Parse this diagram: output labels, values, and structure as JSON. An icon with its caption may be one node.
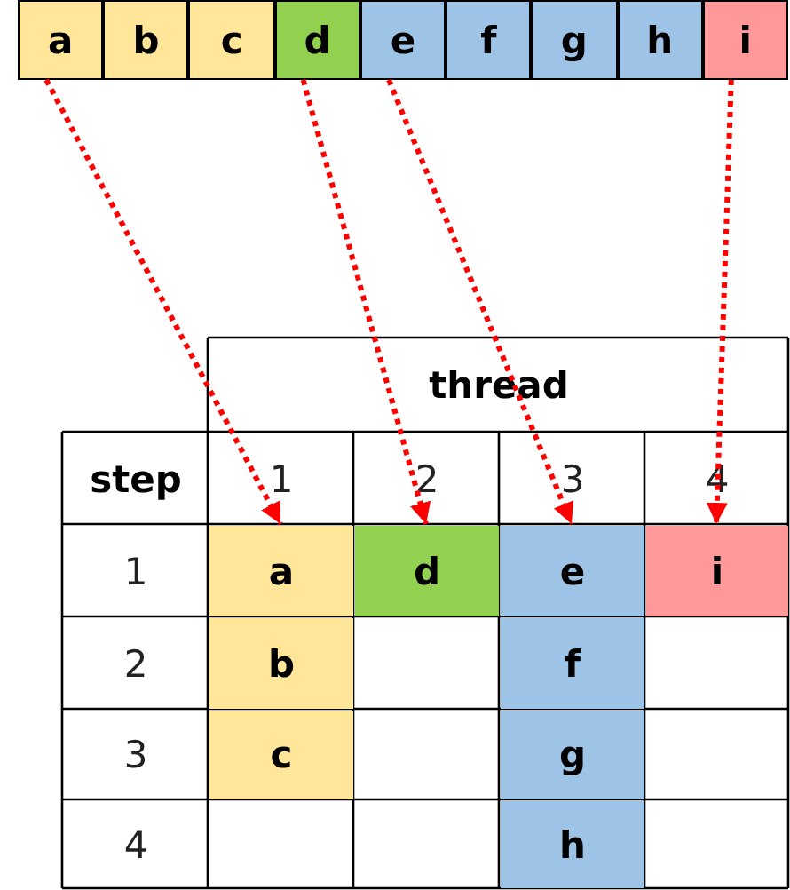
{
  "diagram": {
    "nodes": [
      {
        "text": [
          "a"
        ]
      },
      {
        "text": [
          "b"
        ]
      },
      {
        "text": [
          "c"
        ]
      },
      {
        "text": [
          "d"
        ]
      },
      {
        "text": [
          "e"
        ]
      },
      {
        "text": [
          "f"
        ]
      },
      {
        "text": [
          "g"
        ]
      },
      {
        "text": [
          "h"
        ]
      },
      {
        "text": [
          "i"
        ]
      },
      {
        "text": [
          "a"
        ]
      },
      {
        "text": [
          "d"
        ]
      },
      {
        "text": [
          "e"
        ]
      },
      {
        "text": [
          "i"
        ]
      }
    ],
    "edges": [
      {
        "from": 0,
        "to": 9,
        "arrow": "to",
        "style": "dashed"
      },
      {
        "from": 3,
        "to": 10,
        "arrow": "to",
        "style": "dashed"
      },
      {
        "from": 4,
        "to": 11,
        "arrow": "to",
        "style": "dashed"
      },
      {
        "from": 8,
        "to": 12,
        "arrow": "to",
        "style": "dashed"
      }
    ],
    "labels": [
      "thread",
      "step",
      "1",
      "2",
      "3",
      "4",
      "1",
      "2",
      "b",
      "f",
      "3",
      "c",
      "g",
      "4",
      "h"
    ]
  }
}
